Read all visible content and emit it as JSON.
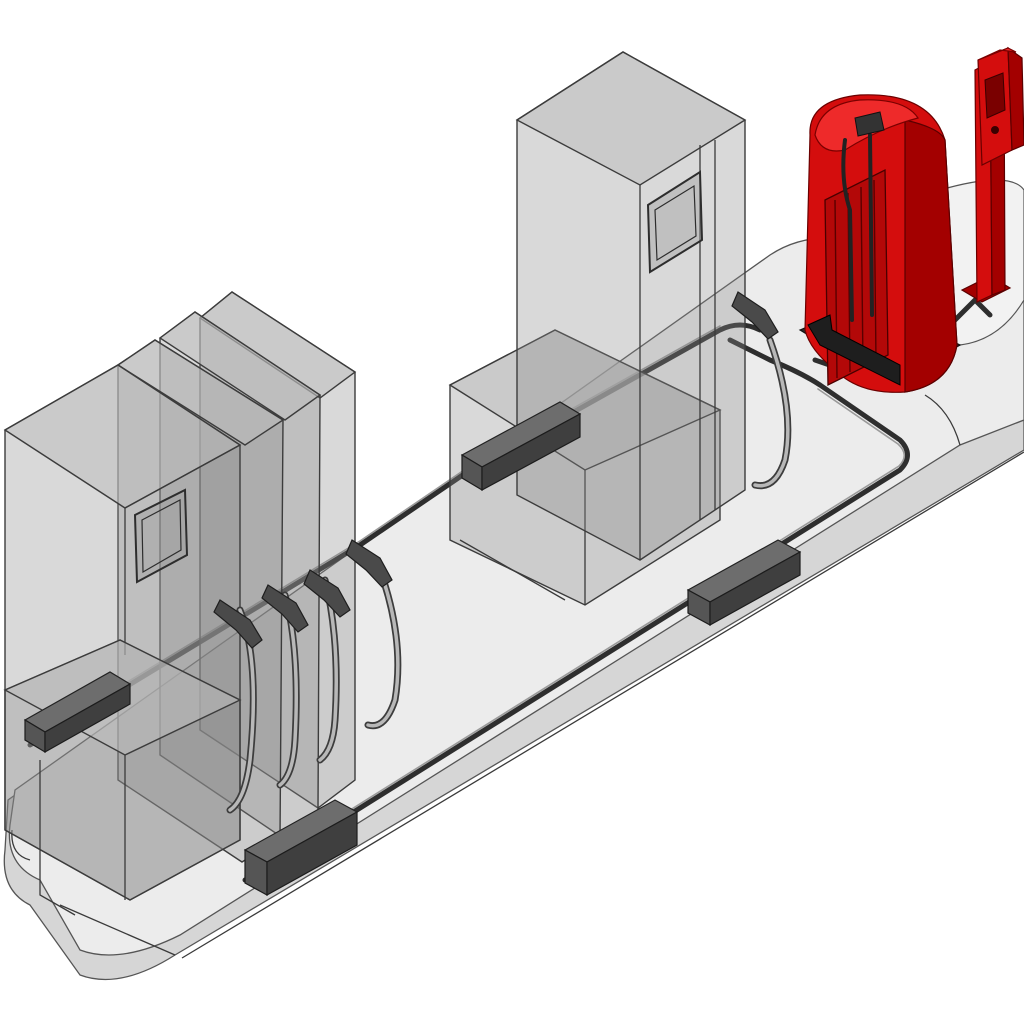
{
  "diagram": {
    "components": [
      {
        "id": "island-base",
        "kind": "concrete fuel island platform"
      },
      {
        "id": "dispenser-left-group",
        "kind": "translucent fuel dispensers with nozzles and hoses"
      },
      {
        "id": "dispenser-center",
        "kind": "translucent fuel dispenser with nozzle and hose"
      },
      {
        "id": "lpg-tank",
        "kind": "red vertical storage tank"
      },
      {
        "id": "control-post",
        "kind": "red control post"
      },
      {
        "id": "piping",
        "kind": "underground piping with junction boxes"
      }
    ],
    "colors": {
      "tank": "#d40d0d",
      "ghost_body": "#8a8a8a",
      "platform": "#e6e6e6",
      "pipe": "#2e2e2e"
    }
  }
}
